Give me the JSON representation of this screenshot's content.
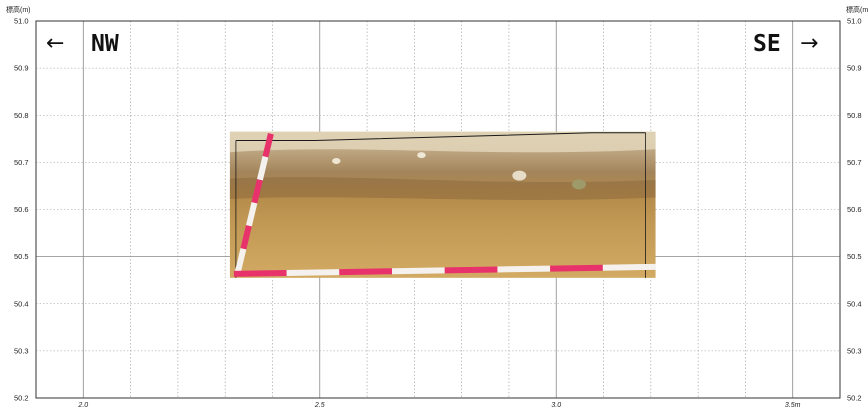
{
  "chart_data": {
    "type": "section-grid",
    "ylabel_left": "標高(m)",
    "ylabel_right": "標高(m)",
    "ylim": [
      50.2,
      51.0
    ],
    "xlim": [
      1.9,
      3.6
    ],
    "y_ticks": [
      "51.0",
      "50.9",
      "50.8",
      "50.7",
      "50.6",
      "50.5",
      "50.4",
      "50.3",
      "50.2"
    ],
    "y_tick_values": [
      51.0,
      50.9,
      50.8,
      50.7,
      50.6,
      50.5,
      50.4,
      50.3,
      50.2
    ],
    "x_major_values": [
      2.0,
      2.5,
      3.0,
      3.5
    ],
    "x_tick_labels": [
      "2.0",
      "2.5",
      "3.0",
      "3.5m"
    ],
    "x_minor_step": 0.1,
    "photo_extent": {
      "x": [
        2.31,
        3.21
      ],
      "y": [
        50.455,
        50.765
      ]
    },
    "direction_left": "NW",
    "direction_right": "SE",
    "colors": {
      "major_grid": "#888888",
      "minor_grid": "#9a9a9a",
      "frame": "#333333"
    }
  }
}
